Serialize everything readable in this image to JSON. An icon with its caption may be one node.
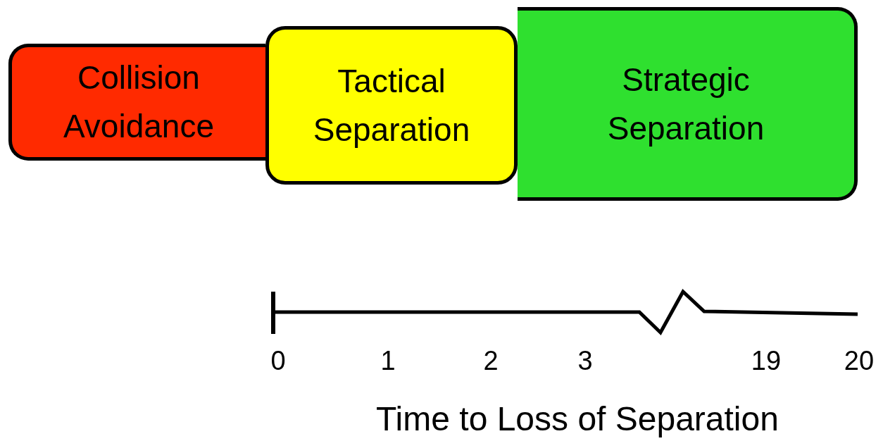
{
  "diagram": {
    "nodes": [
      {
        "text": [
          "Collision Avoidance"
        ]
      },
      {
        "text": [
          "Tactical Separation"
        ]
      },
      {
        "text": [
          "Strategic Separation"
        ]
      }
    ],
    "labels": [
      "0",
      "1",
      "2",
      "3",
      "19",
      "20",
      "Time to Loss of Separation"
    ]
  }
}
